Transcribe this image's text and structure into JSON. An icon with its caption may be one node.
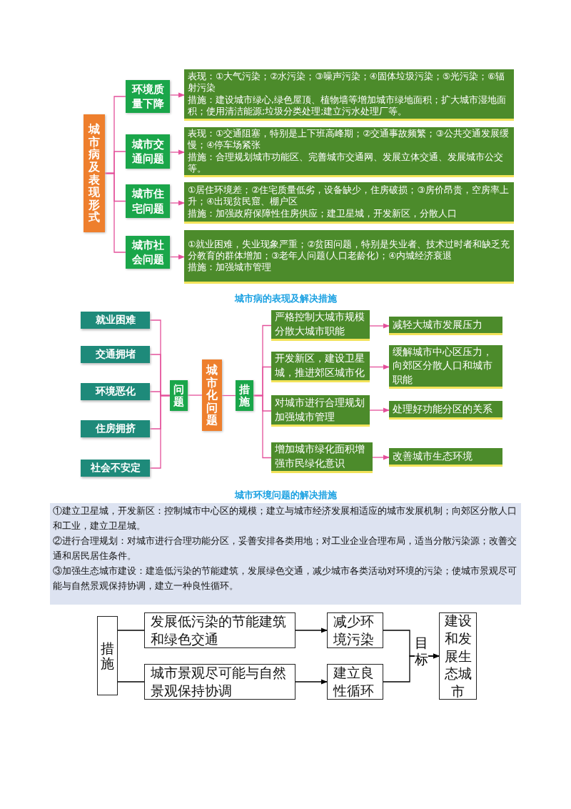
{
  "diagram": {
    "nodes": [
      {
        "text": [
          "城市病及表现形式"
        ]
      },
      {
        "text": [
          "环境质量下降"
        ]
      },
      {
        "text": [
          "表现：①大气污染；②水污染；③噪声污染；④固体垃圾污染；⑤光污染；⑥辐射污染",
          "措施：建设城市绿心,绿色屋顶、植物墙等增加城市绿地面积；扩大城市湿地面积；使用清洁能源;垃圾分类处理;建立污水处理厂等。"
        ]
      },
      {
        "text": [
          "城市交通问题"
        ]
      },
      {
        "text": [
          "表现：①交通阻塞，特别是上下班高峰期；②交通事故频繁；③公共交通发展缓慢；④停车场紧张",
          "措施：合理规划城市功能区、完善城市交通网、发展立体交通、发展城市公交等。"
        ]
      },
      {
        "text": [
          "城市住宅问题"
        ]
      },
      {
        "text": [
          "①居住环境差；②住宅质量低劣，设备缺少，住房破损；③房价昂贵，空房率上升；④出现贫民窟、棚户区",
          "措施：加强政府保障性住房供应；建卫星城，开发新区，分散人口"
        ]
      },
      {
        "text": [
          "城市社会问题"
        ]
      },
      {
        "text": [
          "①就业困难，失业现象严重；②贫困问题，特别是失业者、技术过时者和缺乏充分教育的群体增加；③老年人问题(人口老龄化)；④内城经济衰退",
          "措施：加强城市管理"
        ]
      },
      {
        "text": [
          "就业困难"
        ]
      },
      {
        "text": [
          "交通拥堵"
        ]
      },
      {
        "text": [
          "环境恶化"
        ]
      },
      {
        "text": [
          "住房拥挤"
        ]
      },
      {
        "text": [
          "社会不安定"
        ]
      },
      {
        "text": [
          "问题"
        ]
      },
      {
        "text": [
          "城市化问题"
        ]
      },
      {
        "text": [
          "措施"
        ]
      },
      {
        "text": [
          "严格控制大城市规模分散大城市职能"
        ]
      },
      {
        "text": [
          "开发新区，建设卫星城，推进郊区城市化"
        ]
      },
      {
        "text": [
          "对城市进行合理规划加强城市管理"
        ]
      },
      {
        "text": [
          "增加城市绿化面积增强市民绿化意识"
        ]
      },
      {
        "text": [
          "减轻大城市发展压力"
        ]
      },
      {
        "text": [
          "缓解城市中心区压力，向郊区分散人口和城市职能"
        ]
      },
      {
        "text": [
          "处理好功能分区的关系"
        ]
      },
      {
        "text": [
          "改善城市生态环境"
        ]
      },
      {
        "text": [
          "①建立卫星城，开发新区：控制城市中心区的规模；建立与城市经济发展相适应的城市发展机制；向郊区分散人口和工业，建立卫星城。",
          "②进行合理规划：对城市进行合理功能分区，妥善安排各类用地；对工业企业合理布局，适当分散污染源；改善交通和居民居住条件。",
          "③加强生态城市建设：建造低污染的节能建筑，发展绿色交通，减少城市各类活动对环境的污染；使城市景观尽可能与自然景观保持协调，建立一种良性循环。"
        ]
      },
      {
        "text": [
          "措施"
        ]
      },
      {
        "text": [
          "发展低污染的节能建筑和绿色交通"
        ]
      },
      {
        "text": [
          "城市景观尽可能与自然景观保持协调"
        ]
      },
      {
        "text": [
          "减少环境污染"
        ]
      },
      {
        "text": [
          "建立良性循环"
        ]
      },
      {
        "text": [
          "建设和发展生态城市"
        ]
      }
    ],
    "edges": [
      {
        "from": 0,
        "to": 1,
        "arrow": "none"
      },
      {
        "from": 0,
        "to": 3,
        "arrow": "none"
      },
      {
        "from": 0,
        "to": 5,
        "arrow": "none"
      },
      {
        "from": 0,
        "to": 7,
        "arrow": "none"
      },
      {
        "from": 1,
        "to": 2,
        "arrow": "to"
      },
      {
        "from": 3,
        "to": 4,
        "arrow": "to"
      },
      {
        "from": 5,
        "to": 6,
        "arrow": "to"
      },
      {
        "from": 7,
        "to": 8,
        "arrow": "to"
      },
      {
        "from": 9,
        "to": 14,
        "arrow": "none"
      },
      {
        "from": 10,
        "to": 14,
        "arrow": "none"
      },
      {
        "from": 11,
        "to": 14,
        "arrow": "none"
      },
      {
        "from": 12,
        "to": 14,
        "arrow": "none"
      },
      {
        "from": 13,
        "to": 14,
        "arrow": "none"
      },
      {
        "from": 14,
        "to": 15,
        "arrow": "none"
      },
      {
        "from": 15,
        "to": 16,
        "arrow": "none"
      },
      {
        "from": 16,
        "to": 17,
        "arrow": "none"
      },
      {
        "from": 16,
        "to": 18,
        "arrow": "none"
      },
      {
        "from": 16,
        "to": 19,
        "arrow": "none"
      },
      {
        "from": 16,
        "to": 20,
        "arrow": "none"
      },
      {
        "from": 17,
        "to": 21,
        "arrow": "to"
      },
      {
        "from": 18,
        "to": 22,
        "arrow": "to"
      },
      {
        "from": 19,
        "to": 23,
        "arrow": "to"
      },
      {
        "from": 20,
        "to": 24,
        "arrow": "to"
      },
      {
        "from": 26,
        "to": 27,
        "arrow": "none",
        "color": "#000000"
      },
      {
        "from": 26,
        "to": 28,
        "arrow": "none",
        "color": "#000000"
      },
      {
        "from": 27,
        "to": 29,
        "arrow": "to",
        "color": "#000000"
      },
      {
        "from": 28,
        "to": 30,
        "arrow": "to",
        "color": "#000000"
      },
      {
        "from": 29,
        "to": 31,
        "arrow": "to",
        "color": "#000000",
        "label": "目标"
      },
      {
        "from": 30,
        "to": 31,
        "arrow": "to",
        "color": "#000000"
      }
    ],
    "labels": [
      "城市病的表现及解决措施",
      "城市环境问题的解决措施"
    ]
  }
}
